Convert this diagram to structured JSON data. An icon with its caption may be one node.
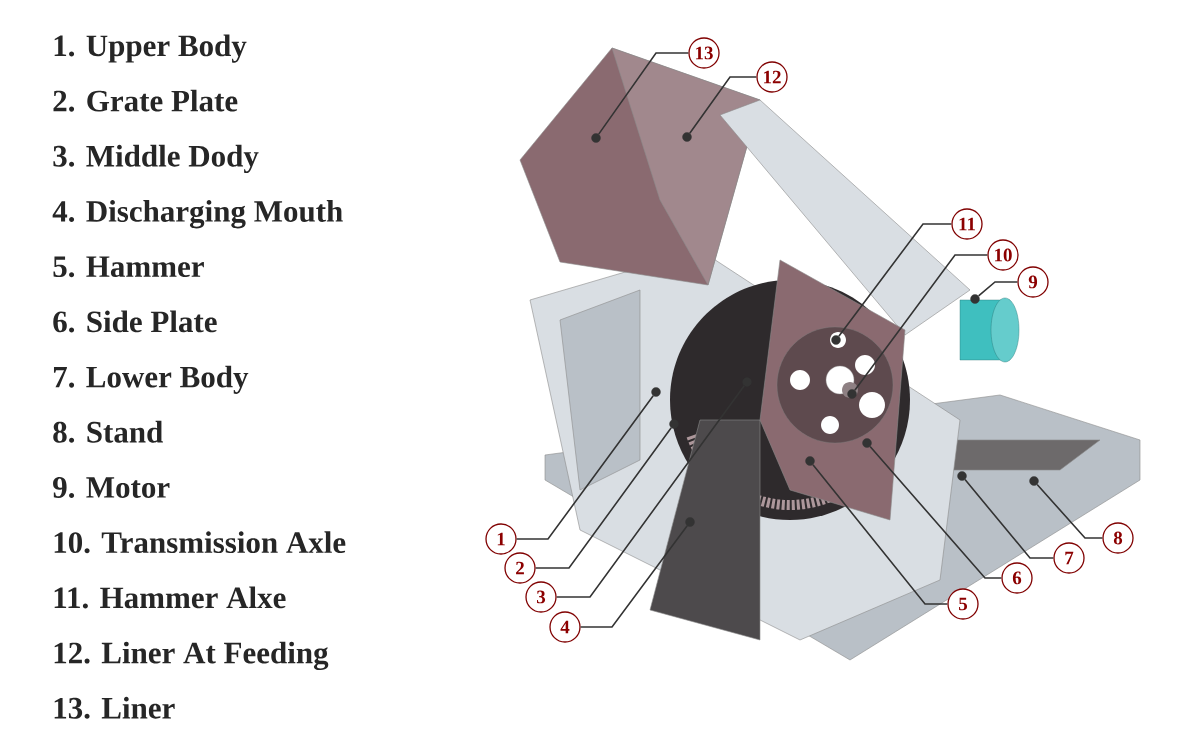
{
  "diagram": {
    "nodes": [
      {
        "text": [
          "1"
        ]
      },
      {
        "text": [
          "2"
        ]
      },
      {
        "text": [
          "3"
        ]
      },
      {
        "text": [
          "4"
        ]
      },
      {
        "text": [
          "5"
        ]
      },
      {
        "text": [
          "6"
        ]
      },
      {
        "text": [
          "7"
        ]
      },
      {
        "text": [
          "8"
        ]
      },
      {
        "text": [
          "9"
        ]
      },
      {
        "text": [
          "10"
        ]
      },
      {
        "text": [
          "11"
        ]
      },
      {
        "text": [
          "12"
        ]
      },
      {
        "text": [
          "13"
        ]
      },
      {
        "text": [],
        "shape": "circle"
      },
      {
        "text": [],
        "shape": "circle"
      },
      {
        "text": [],
        "shape": "circle"
      },
      {
        "text": [],
        "shape": "circle"
      },
      {
        "text": [],
        "shape": "circle"
      },
      {
        "text": [],
        "shape": "circle"
      },
      {
        "text": [],
        "shape": "circle"
      },
      {
        "text": [],
        "shape": "circle"
      },
      {
        "text": [],
        "shape": "circle"
      },
      {
        "text": [],
        "shape": "circle"
      },
      {
        "text": [],
        "shape": "circle"
      },
      {
        "text": [],
        "shape": "circle"
      },
      {
        "text": [],
        "shape": "circle"
      }
    ],
    "edges": [
      {
        "from": 0,
        "to": 14,
        "arrow": "none"
      },
      {
        "from": 1,
        "to": 15,
        "arrow": "none"
      },
      {
        "from": 2,
        "to": 18,
        "arrow": "none"
      },
      {
        "from": 3,
        "to": 17,
        "arrow": "none"
      },
      {
        "from": 4,
        "to": 19,
        "arrow": "none"
      },
      {
        "from": 5,
        "to": 22,
        "arrow": "none"
      },
      {
        "from": 6,
        "to": 23,
        "arrow": "none"
      },
      {
        "from": 7,
        "to": 25,
        "arrow": "none"
      },
      {
        "from": 8,
        "to": 24,
        "arrow": "none"
      },
      {
        "from": 9,
        "to": 21,
        "arrow": "none"
      },
      {
        "from": 10,
        "to": 20,
        "arrow": "none"
      },
      {
        "from": 11,
        "to": 16,
        "arrow": "none"
      },
      {
        "from": 12,
        "to": 13,
        "arrow": "none"
      }
    ],
    "labels": [
      "1. Upper Body",
      "2. Grate Plate",
      "3. Middle Dody",
      "4. Discharging Mouth",
      "5. Hammer",
      "6. Side Plate",
      "7. Lower Body",
      "8. Stand",
      "9. Motor",
      "10. Transmission Axle",
      "11. Hammer Alxe",
      "12. Liner At Feeding",
      "13. Liner"
    ]
  }
}
